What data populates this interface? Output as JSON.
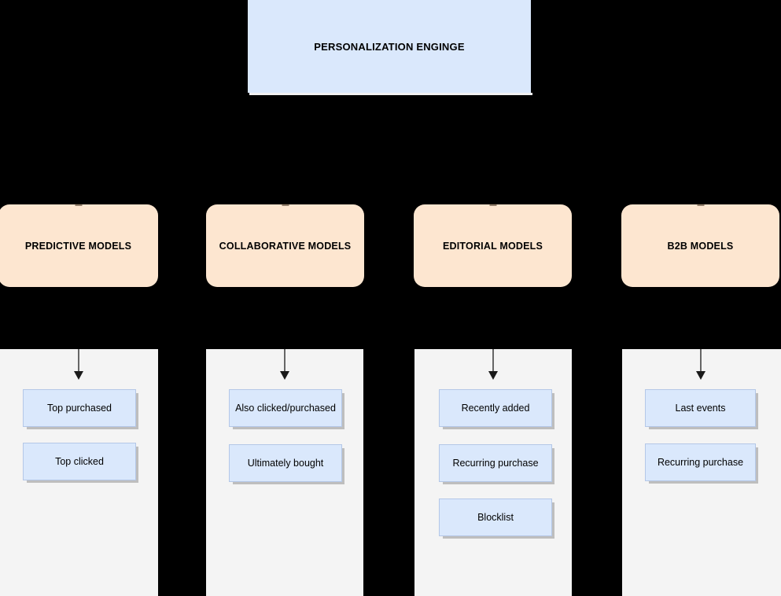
{
  "diagram": {
    "title": "PERSONALIZATION ENGINGE",
    "header": {
      "label": "PERSONALIZATION ENGINGE",
      "fill_color": "#dae8fc"
    },
    "colors": {
      "background": "#000000",
      "header_fill": "#dae8fc",
      "model_fill": "#fde6d0",
      "leaf_fill": "#dae8fc",
      "leaf_border": "#b4c7e7",
      "panel_fill": "#f4f4f4",
      "arrow": "#666666",
      "text": "#000000"
    },
    "columns": [
      {
        "model_label": "PREDICTIVE MODELS",
        "leaves": [
          {
            "label": "Top purchased"
          },
          {
            "label": "Top clicked"
          }
        ]
      },
      {
        "model_label": "COLLABORATIVE MODELS",
        "leaves": [
          {
            "label": "Also clicked/purchased"
          },
          {
            "label": "Ultimately bought"
          }
        ]
      },
      {
        "model_label": "EDITORIAL MODELS",
        "leaves": [
          {
            "label": "Recently added"
          },
          {
            "label": "Recurring purchase"
          },
          {
            "label": "Blocklist"
          }
        ]
      },
      {
        "model_label": "B2B MODELS",
        "leaves": [
          {
            "label": "Last events"
          },
          {
            "label": "Recurring purchase"
          }
        ]
      }
    ]
  }
}
